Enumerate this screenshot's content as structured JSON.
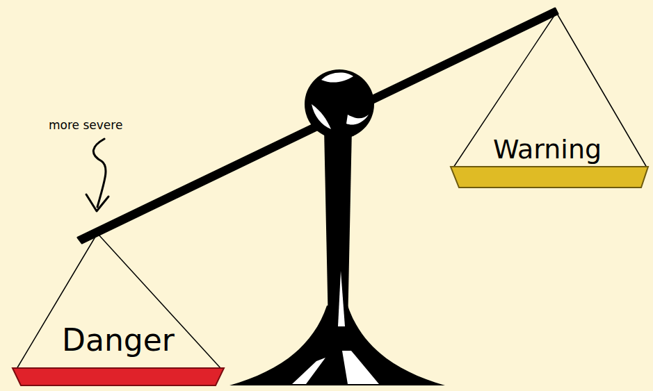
{
  "diagram": {
    "nodes": [
      {
        "text": [
          "Danger"
        ]
      },
      {
        "text": [
          "Warning"
        ]
      }
    ],
    "labels": [
      "more severe"
    ]
  }
}
